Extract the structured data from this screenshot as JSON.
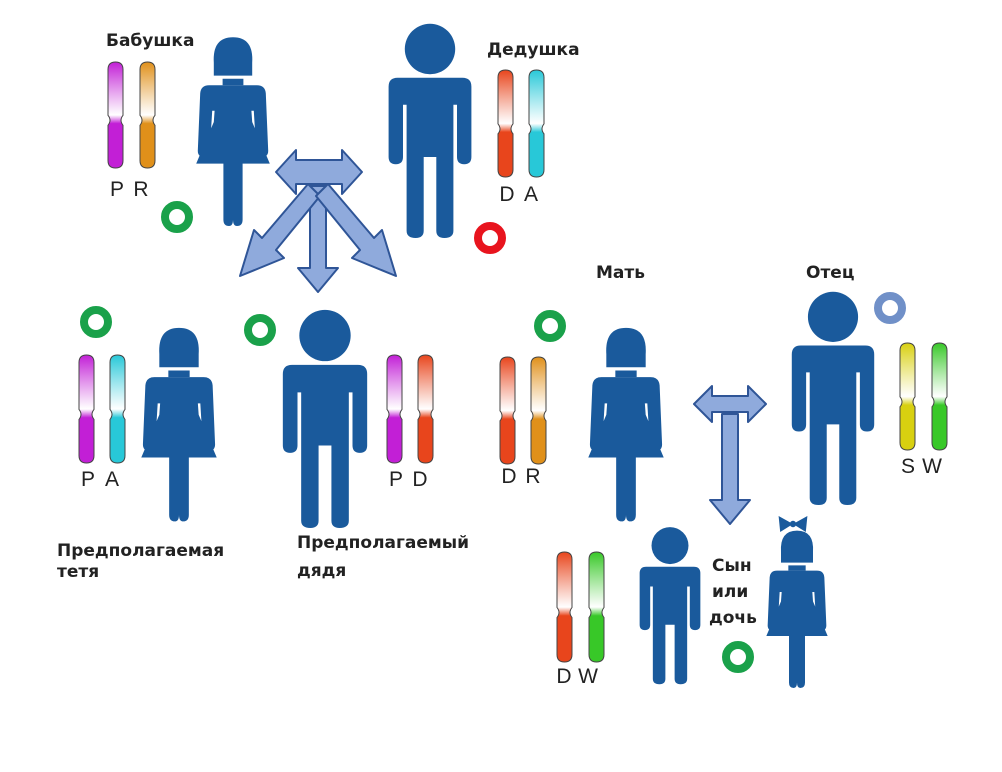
{
  "colors": {
    "person": "#1a5a9c",
    "arrow_fill": "#8faadc",
    "arrow_stroke": "#2f5597",
    "green_ring": "#1aa14a",
    "red_ring": "#e8141e",
    "blue_ring": "#7090c8",
    "chromosome": {
      "P": "#c21fd6",
      "R": "#e0901a",
      "D": "#e8451c",
      "A": "#28c8d8",
      "S": "#d8d010",
      "W": "#38c828"
    }
  },
  "people": {
    "grandmother": {
      "label": "Бабушка",
      "alleles": [
        "P",
        "R"
      ]
    },
    "grandfather": {
      "label": "Дедушка",
      "alleles": [
        "D",
        "A"
      ]
    },
    "aunt": {
      "label_line1": "Предполагаемая",
      "label_line2": "тетя",
      "alleles": [
        "P",
        "A"
      ]
    },
    "uncle": {
      "label_line1": "Предполагаемый",
      "label_line2": "дядя",
      "alleles": [
        "P",
        "D"
      ]
    },
    "mother": {
      "label": "Мать",
      "alleles": [
        "D",
        "R"
      ]
    },
    "father": {
      "label": "Отец",
      "alleles": [
        "S",
        "W"
      ]
    },
    "child": {
      "label_line1": "Сын",
      "label_line2": "или",
      "label_line3": "дочь",
      "alleles": [
        "D",
        "W"
      ]
    }
  }
}
